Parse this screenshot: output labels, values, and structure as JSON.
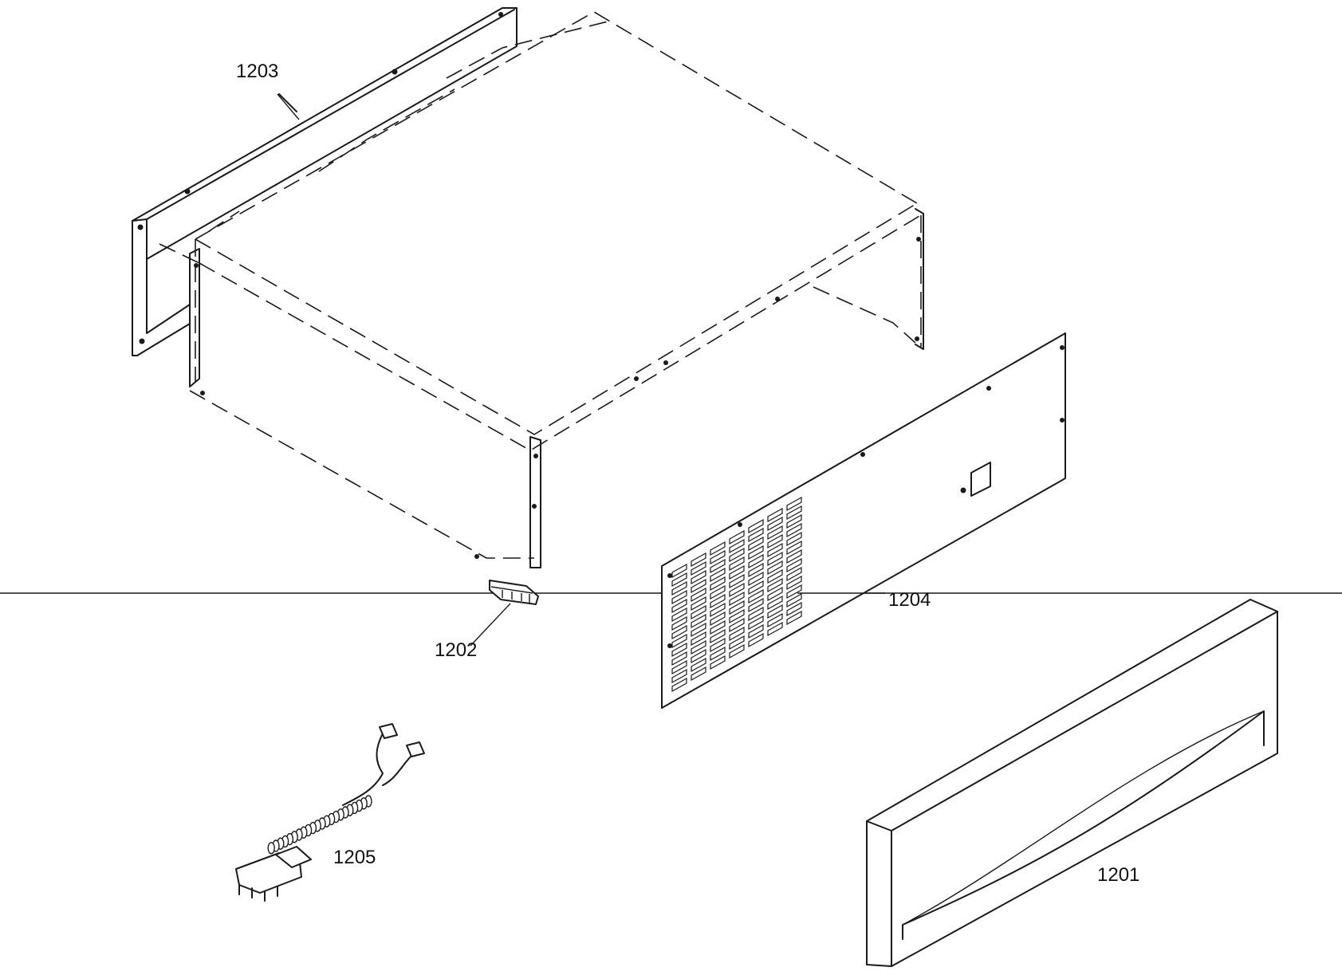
{
  "labels": {
    "p1201": "1201",
    "p1202": "1202",
    "p1203": "1203",
    "p1204": "1204",
    "p1205": "1205"
  }
}
